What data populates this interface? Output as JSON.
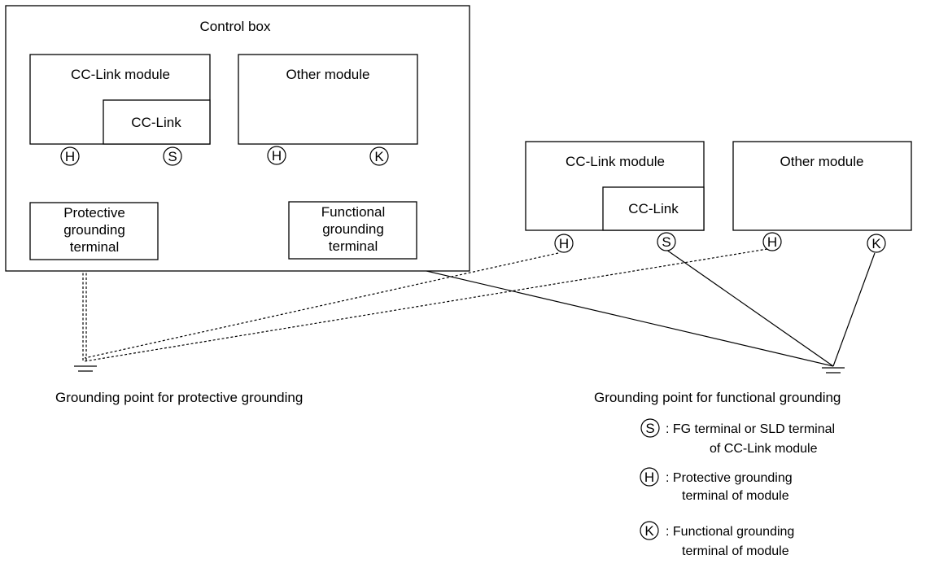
{
  "control_box": {
    "title": "Control box",
    "cc_link_module": {
      "title": "CC-Link module",
      "inner": "CC-Link"
    },
    "other_module": {
      "title": "Other module"
    },
    "protective_terminal": [
      "Protective",
      "grounding",
      "terminal"
    ],
    "functional_terminal": [
      "Functional",
      "grounding",
      "terminal"
    ],
    "terminals": [
      "H",
      "S",
      "H",
      "K"
    ]
  },
  "external": {
    "cc_link_module": {
      "title": "CC-Link module",
      "inner": "CC-Link"
    },
    "other_module": {
      "title": "Other module"
    },
    "terminals": [
      "H",
      "S",
      "H",
      "K"
    ]
  },
  "grounding_points": {
    "protective": "Grounding point for protective grounding",
    "functional": "Grounding point for functional grounding"
  },
  "legend": [
    {
      "symbol": "S",
      "lines": [
        ": FG terminal or SLD terminal",
        "of CC-Link module"
      ]
    },
    {
      "symbol": "H",
      "lines": [
        ": Protective grounding",
        "terminal of module"
      ]
    },
    {
      "symbol": "K",
      "lines": [
        ": Functional grounding",
        "terminal of module"
      ]
    }
  ],
  "colors": {
    "line": "#000000",
    "background": "#ffffff"
  }
}
